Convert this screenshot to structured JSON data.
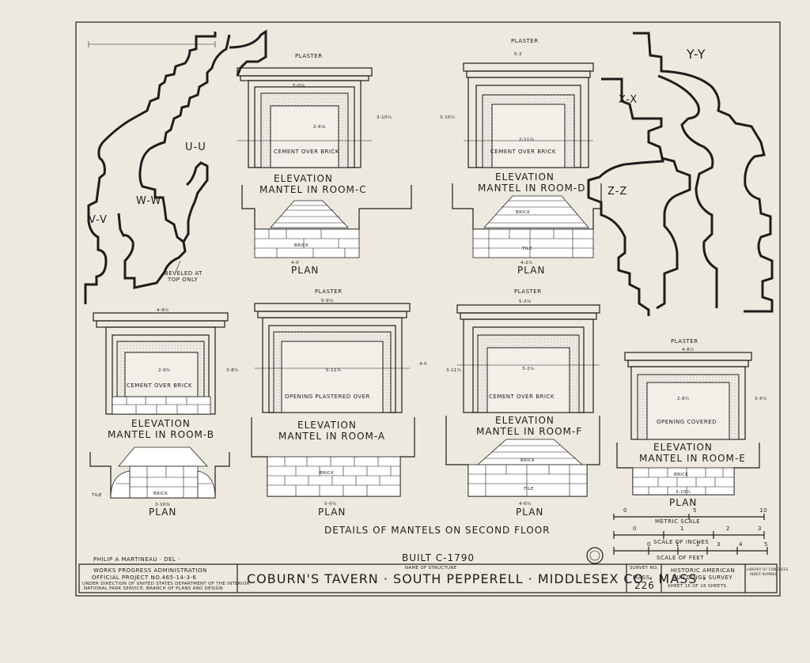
{
  "sheet": {
    "title": "DETAILS OF MANTELS ON SECOND FLOOR",
    "built": "BUILT C-1790",
    "delineator": "PHILIP A MARTINEAU · DEL ·",
    "agency_1": "WORKS PROGRESS ADMINISTRATION",
    "agency_2": "OFFICIAL PROJECT NO.465-14-3-6",
    "agency_3": "UNDER DIRECTION OF UNITED STATES DEPARTMENT OF THE INTERIOR",
    "agency_4": "NATIONAL PARK SERVICE, BRANCH OF PLANS AND DESIGN",
    "name_caption": "NAME OF STRUCTURE",
    "structure": "COBURN'S TAVERN · SOUTH PEPPERELL · MIDDLESEX CO · MASS ·",
    "survey_caption": "SURVEY NO.",
    "survey_1": "MASS-",
    "survey_2": "226",
    "habs_1": "HISTORIC AMERICAN",
    "habs_2": "BUILDINGS SURVEY",
    "habs_3": "SHEET 15 OF 16 SHEETS",
    "loc_1": "LIBRARY OF CONGRESS",
    "loc_2": "INDEX NUMBER"
  },
  "labels": {
    "elevation": "ELEVATION",
    "plan": "PLAN",
    "plaster": "PLASTER",
    "cement": "CEMENT  OVER  BRICK",
    "plastered_over": "OPENING  PLASTERED  OVER",
    "covered": "OPENING  COVERED",
    "brick": "BRICK",
    "tile": "TILE",
    "beveled_1": "BEVELED AT",
    "beveled_2": "TOP ONLY"
  },
  "mantels": {
    "c": {
      "caption": "MANTEL IN ROOM-C",
      "width_top": "5-0¾",
      "height": "3-10¾",
      "opening": "2-6⅛",
      "plan_width": "4-0"
    },
    "d": {
      "caption": "MANTEL IN ROOM-D",
      "width_top": "5-2",
      "height": "3-10½",
      "opening": "2-11¾",
      "plan_width": "4-2½"
    },
    "b": {
      "caption": "MANTEL IN ROOM-B",
      "width_top": "4-9½",
      "height": "3-8¾",
      "opening": "2-9¾",
      "plan_width": "3-10⅜"
    },
    "a": {
      "caption": "MANTEL IN ROOM-A",
      "width_top": "5-9¾",
      "height": "4-0",
      "opening": "5-11¾",
      "plan_width": "5-0¾"
    },
    "f": {
      "caption": "MANTEL IN ROOM-F",
      "width_top": "5-2¾",
      "height": "3-11¾",
      "opening": "3-2¾",
      "plan_width": "4-6¾"
    },
    "e": {
      "caption": "MANTEL IN ROOM-E",
      "width_top": "4-8½",
      "height": "3-5¼",
      "opening": "2-8½",
      "plan_width": "3-10¾"
    }
  },
  "profiles": {
    "uu": "U-U",
    "ww": "W-W",
    "vv": "V-V",
    "xx": "X-X",
    "yy": "Y-Y",
    "zz": "Z-Z"
  },
  "scales": {
    "metric_caption": "METRIC SCALE",
    "inches_caption": "SCALE OF INCHES",
    "feet_caption": "SCALE OF FEET",
    "metric_ticks": [
      "0",
      "5",
      "10"
    ],
    "inch_ticks": [
      "0",
      "1",
      "2",
      "3"
    ],
    "feet_ticks": [
      "0",
      "1",
      "2",
      "3",
      "4",
      "5"
    ]
  }
}
